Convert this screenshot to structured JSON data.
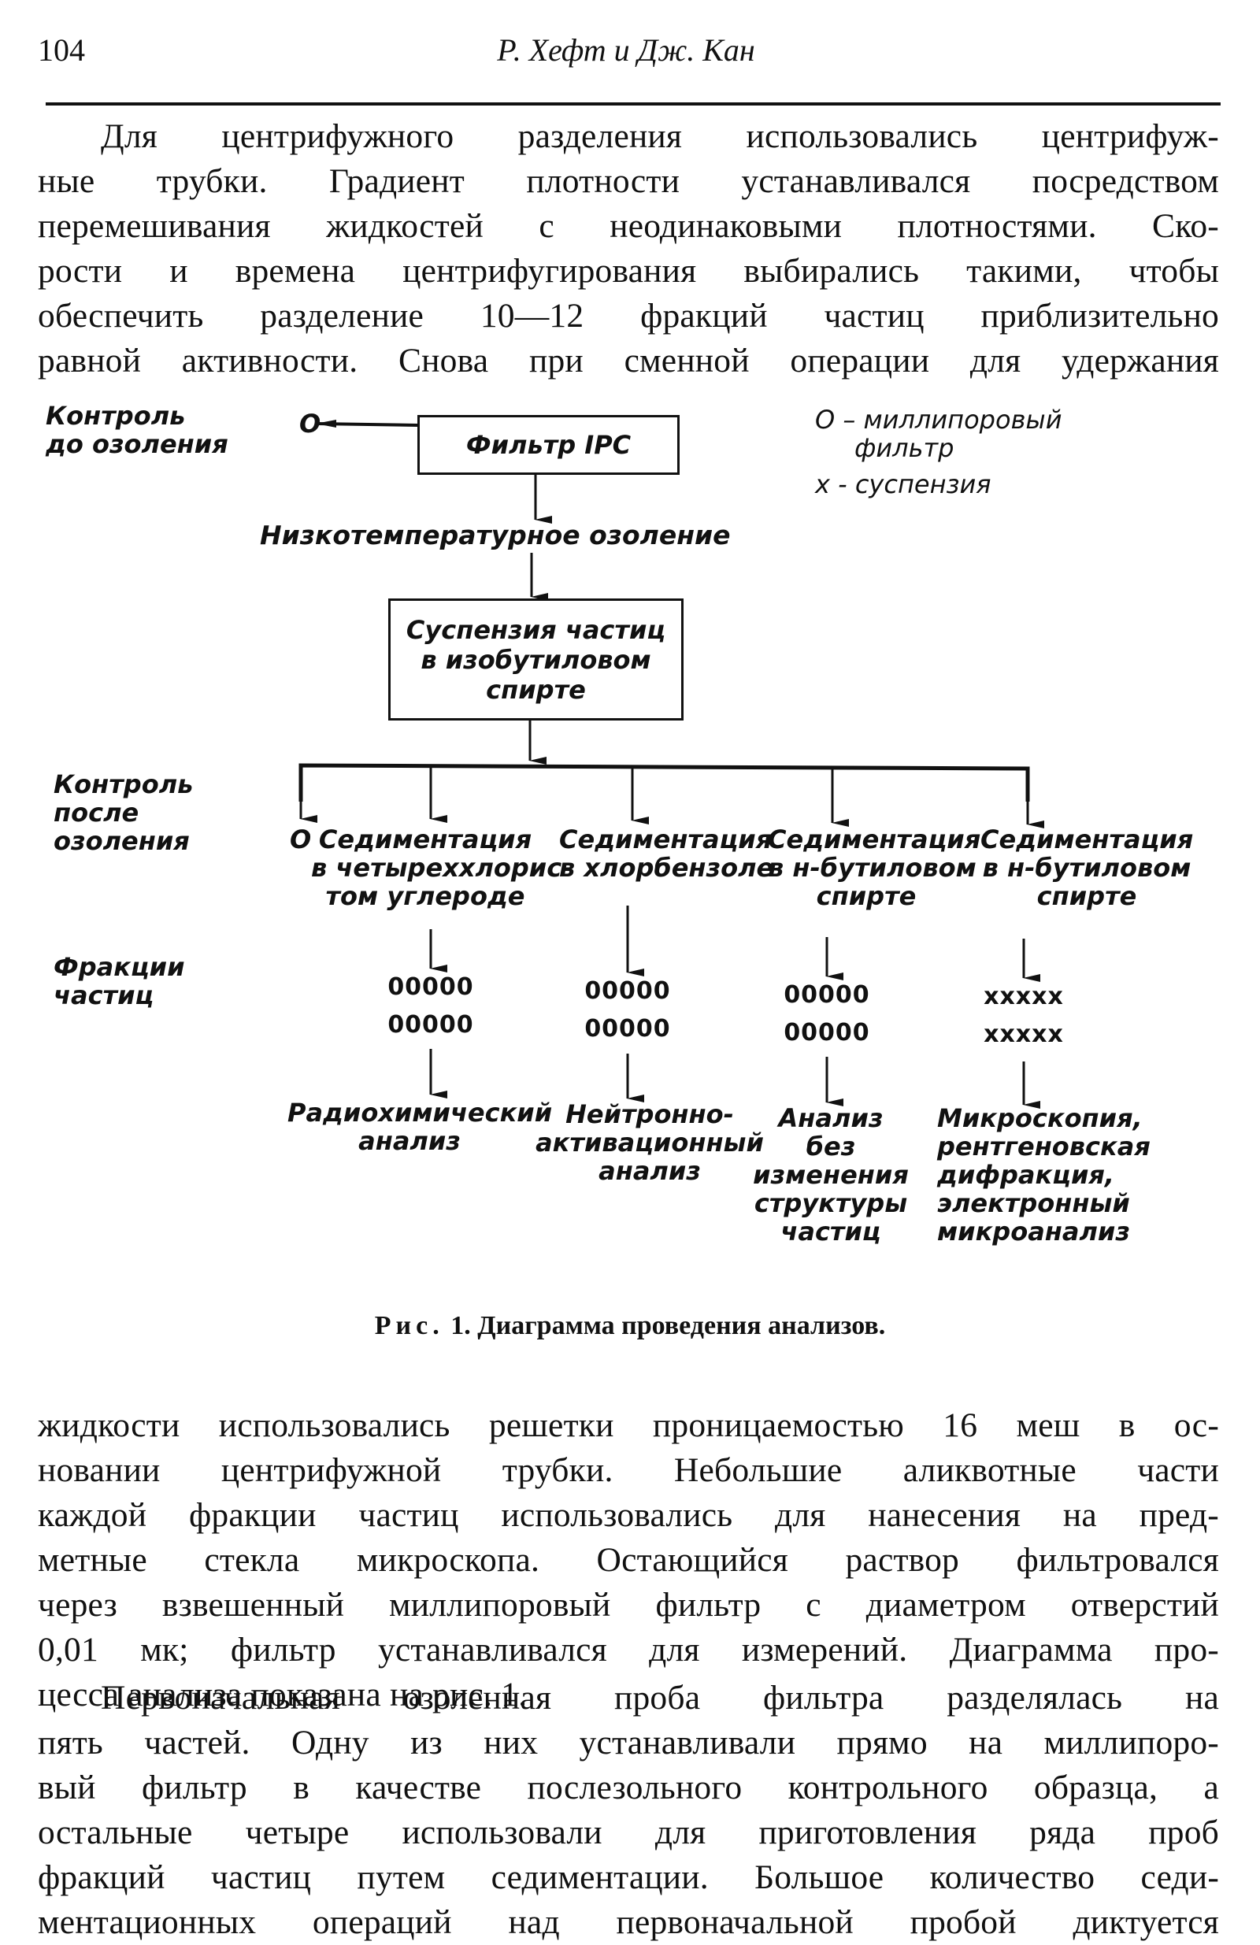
{
  "header": {
    "page_number": "104",
    "running_title": "Р. Хефт и Дж. Кан"
  },
  "paragraph_1": {
    "lines": [
      "Для центрифужного разделения использовались центрифуж-",
      "ные трубки. Градиент плотности устанавливался посредством",
      "перемешивания жидкостей с неодинаковыми плотностями. Ско-",
      "рости и времена центрифугирования выбирались такими, чтобы",
      "обеспечить разделение 10—12 фракций частиц приблизительно",
      "равной активности. Снова при сменной операции для удержания"
    ]
  },
  "figure": {
    "left_labels": {
      "control_before": [
        "Контроль",
        "до озоления"
      ],
      "control_after": [
        "Контроль",
        "после",
        "озоления"
      ],
      "fractions": [
        "Фракции",
        "частиц"
      ]
    },
    "legend": {
      "o_symbol": "О",
      "o_text": [
        "– миллипоровый",
        "фильтр"
      ],
      "x_symbol": "х",
      "x_text": "- суспензия"
    },
    "filter_box": "Фильтр IPC",
    "control_before_marker": "О",
    "ashing_step": "Низкотемпературное озоление",
    "suspension_box": [
      "Суспензия частиц",
      "в изобутиловом",
      "спирте"
    ],
    "control_after_marker": "О",
    "branches": [
      {
        "sedimentation": [
          "Седиментация",
          "в четыреххлорис-",
          "том углероде"
        ],
        "fractions": [
          "00000",
          "00000"
        ],
        "analysis": [
          "Радиохимический",
          "анализ"
        ]
      },
      {
        "sedimentation": [
          "Седиментация",
          "в хлорбензоле"
        ],
        "fractions": [
          "00000",
          "00000"
        ],
        "analysis": [
          "Нейтронно-",
          "активационный",
          "анализ"
        ]
      },
      {
        "sedimentation": [
          "Седиментация",
          "в н-бутиловом",
          "спирте"
        ],
        "fractions": [
          "00000",
          "00000"
        ],
        "analysis": [
          "Анализ",
          "без",
          "изменения",
          "структуры",
          "частиц"
        ]
      },
      {
        "sedimentation": [
          "Седиментация",
          "в н-бутиловом",
          "спирте"
        ],
        "fractions": [
          "ххххх",
          "ххххх"
        ],
        "analysis": [
          "Микроскопия,",
          "рентгеновская",
          "дифракция,",
          "электронный",
          "микроанализ"
        ]
      }
    ],
    "caption_prefix": "Рис.",
    "caption_text": "1. Диаграмма проведения анализов."
  },
  "paragraph_2": {
    "lines": [
      "жидкости использовались решетки проницаемостью 16 меш в ос-",
      "новании центрифужной трубки. Небольшие аликвотные части",
      "каждой фракции частиц использовались для нанесения на пред-",
      "метные стекла микроскопа. Остающийся раствор фильтровался",
      "через взвешенный миллипоровый фильтр с диаметром отверстий",
      "0,01 мк; фильтр устанавливался для измерений. Диаграмма про-",
      "цесса анализа показана на рис. 1."
    ]
  },
  "paragraph_3": {
    "lines": [
      "Первоначальная озоленная проба фильтра разделялась на",
      "пять частей. Одну из них устанавливали прямо на миллипоро-",
      "вый фильтр в качестве послезольного контрольного образца, а",
      "остальные четыре использовали для приготовления ряда проб",
      "фракций частиц путем седиментации. Большое количество седи-",
      "ментационных операций над первоначальной пробой диктуется"
    ]
  }
}
